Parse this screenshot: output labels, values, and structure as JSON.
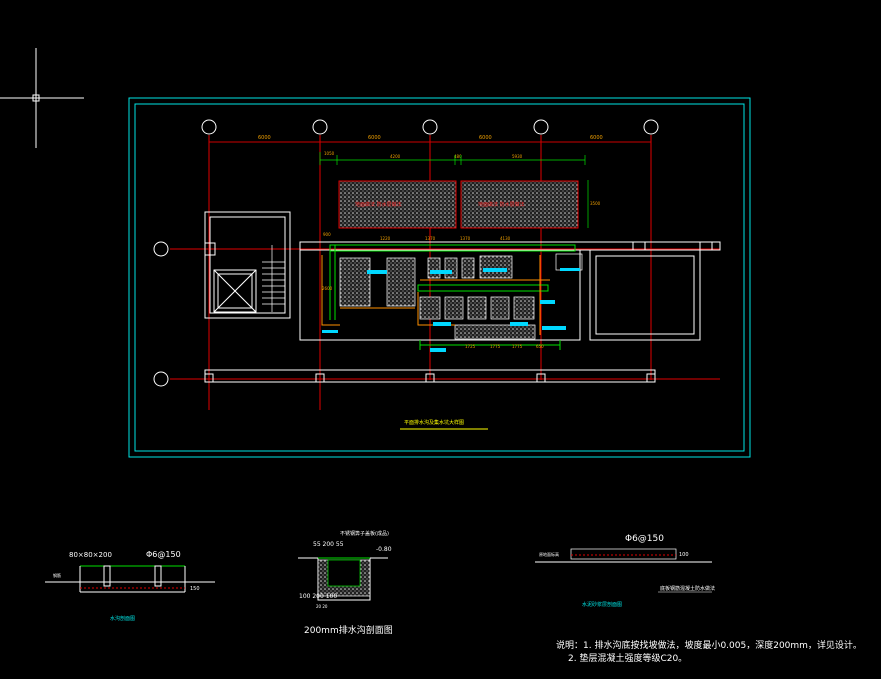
{
  "dims": {
    "top": [
      "6000",
      "6000",
      "6000",
      "6000"
    ],
    "sub_top": [
      "1050",
      "4200",
      "480",
      "5930"
    ],
    "left_col": "2600",
    "mid": [
      "1220",
      "1370",
      "1370",
      "4130"
    ],
    "bottom": [
      "1725",
      "1775",
      "1775",
      "650"
    ],
    "right": "900",
    "side": "3500"
  },
  "labels": {
    "plan_title": "平面排水沟及集水坑大样图",
    "sec1_dim": "80×80×200",
    "sec1_rebar": "Φ6@150",
    "sec1_label": "钢筋",
    "sec1_depth": "150",
    "sec1_title": "水沟剖面图",
    "sec2_top": "不锈钢箅子盖板(成品)",
    "sec2_dims": "55 200 55",
    "sec2_level": "-0.80",
    "sec2_bottom": "100   200   100",
    "sec2_sub": "20          20",
    "sec2_title": "200mm排水沟剖面图",
    "sec3_rebar": "Φ6@150",
    "sec3_left": "原地面标高",
    "sec3_depth": "100",
    "sec3_title": "水泥砂浆层剖面图",
    "sec3_note": "底板钢筋混凝土防水做法",
    "note1": "说明：1. 排水沟底按找坡做法，坡度最小0.005，深度200mm，详见设计。",
    "note2": "2. 垫层混凝土强度等级C20。"
  }
}
